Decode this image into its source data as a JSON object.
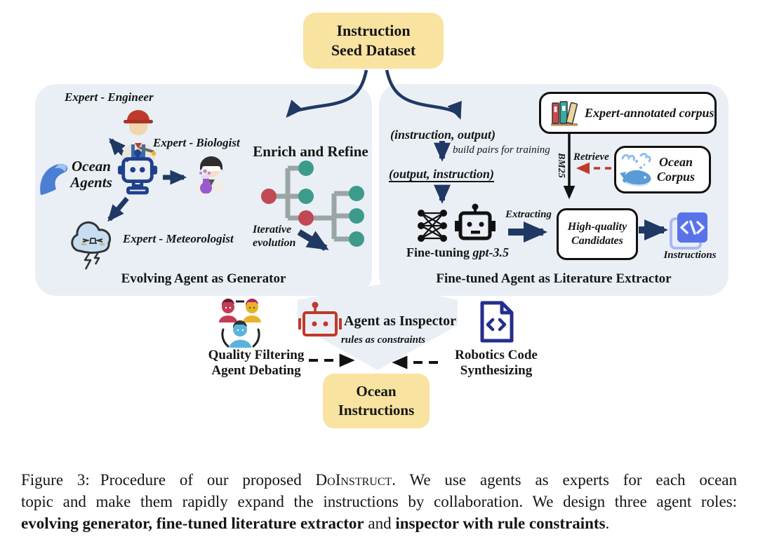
{
  "colors": {
    "panel_bg": "#E9EFF5",
    "accent_yellow": "#F8E3A0",
    "arrow_navy": "#203864",
    "robot_blue": "#20408C",
    "inspector_red": "#C0392B",
    "node_teal": "#3D9B8B",
    "node_red": "#C14953",
    "tree_gray": "#9AA6A6",
    "code_blue": "#5873EA",
    "doc_navy": "#252E8C"
  },
  "seed_box": {
    "line1": "Instruction",
    "line2": "Seed Dataset"
  },
  "left_panel": {
    "expert_engineer": "Expert - Engineer",
    "expert_biologist": "Expert - Biologist",
    "expert_meteorologist": "Expert - Meteorologist",
    "ocean_agents": {
      "line1": "Ocean",
      "line2": "Agents"
    },
    "enrich_refine": "Enrich and Refine",
    "iterative": {
      "line1": "Iterative",
      "line2": "evolution"
    },
    "title": "Evolving Agent as Generator"
  },
  "right_panel": {
    "pair_in_out": "(instruction, output)",
    "build_pairs": "build pairs for training",
    "pair_out_in": "(output, instruction)",
    "fine_tuning": "Fine-tuning",
    "model_name": "gpt-3.5",
    "extracting": "Extracting",
    "candidates": {
      "line1": "High-quality",
      "line2": "Candidates"
    },
    "instructions_label": "Instructions",
    "corpus_label": "Expert-annotated corpus",
    "bm25": "BM25",
    "retrieve": "Retrieve",
    "ocean_corpus": {
      "line1": "Ocean",
      "line2": "Corpus"
    },
    "title": "Fine-tuned Agent as Literature Extractor"
  },
  "bottom": {
    "quality": {
      "line1": "Quality Filtering",
      "line2": "Agent Debating"
    },
    "inspector_label": "Agent as Inspector",
    "rules_label": "rules as constraints",
    "robotics": {
      "line1": "Robotics Code",
      "line2": "Synthesizing"
    },
    "ocean_instructions": {
      "line1": "Ocean",
      "line2": "Instructions"
    }
  },
  "caption": {
    "line1_pre": "Figure 3:",
    "line1_mid": "Procedure of our proposed ",
    "line1_sc": "DoInstruct",
    "line1_post": ". We use agents as experts for each ocean",
    "line2": "topic and make them rapidly expand the instructions by collaboration. We design three agent roles:",
    "line3_b1": "evolving generator, fine-tuned literature extractor",
    "line3_mid": " and ",
    "line3_b2": "inspector with rule constraints",
    "line3_end": "."
  }
}
